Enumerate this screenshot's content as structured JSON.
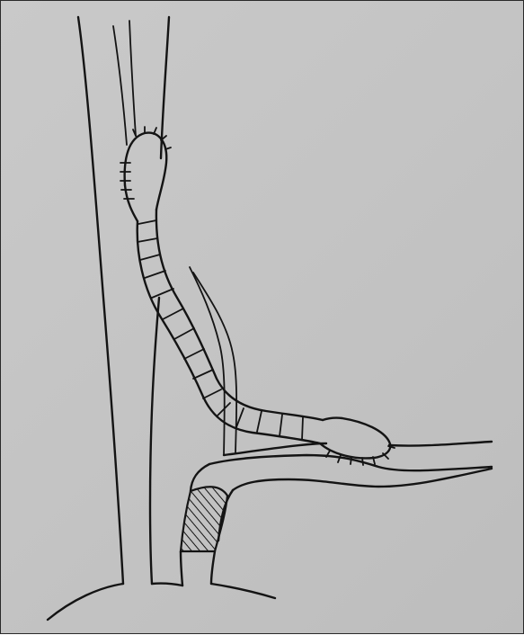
{
  "figure": {
    "background_color": "#c6c6c6",
    "ink_color": "#141414",
    "structures": [
      "left-vessel",
      "graft-conduit",
      "small-side-vessel",
      "horizontal-branch-vessel",
      "hatched-segment",
      "base-arch"
    ]
  }
}
